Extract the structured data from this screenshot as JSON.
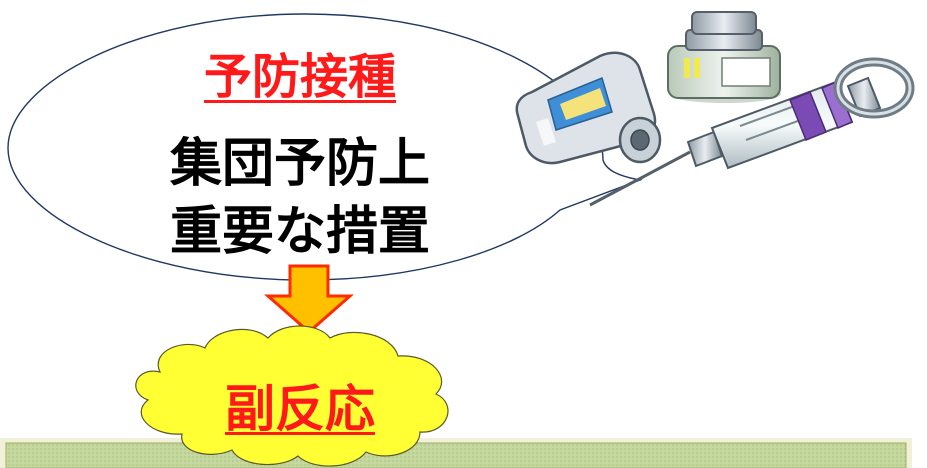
{
  "speech_bubble": {
    "title": "予防接種",
    "line1": "集団予防上",
    "line2": "重要な措置"
  },
  "cloud": {
    "label": "副反応"
  },
  "colors": {
    "title_red": "#ff1a1a",
    "cloud_yellow": "#ffff33",
    "arrow_orange": "#ffc000",
    "arrow_outline": "#ff2a00",
    "bubble_outline": "#1f3864",
    "banner_green": "#c3d69b"
  },
  "icons": [
    "vaccine-vial-icon",
    "syringe-icon",
    "ampule-icon",
    "ring-cap-icon"
  ]
}
